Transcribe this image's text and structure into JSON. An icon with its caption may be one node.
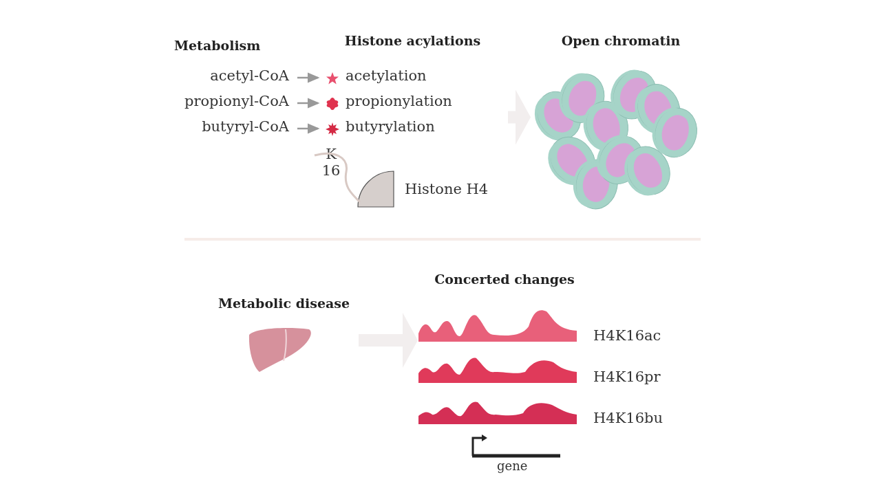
{
  "diagram": {
    "nodes": [
      {
        "text": [
          "acetyl-CoA"
        ]
      },
      {
        "text": [
          "Histone acylations"
        ]
      },
      {
        "text": [
          "acetylation"
        ],
        "in": 1
      },
      {
        "text": [
          "propionyl-CoA"
        ]
      },
      {
        "text": [
          "propionylation"
        ],
        "in": 1
      },
      {
        "text": [
          "butyryl-CoA"
        ]
      },
      {
        "text": [
          "butyrylation"
        ],
        "in": 1
      },
      {
        "text": [
          "Histone H4"
        ],
        "in": 1
      },
      {
        "text": [
          "Open chromatin"
        ]
      },
      {
        "text": [
          "Metabolic disease"
        ]
      },
      {
        "text": [
          "Concerted changes"
        ]
      }
    ],
    "edges": [
      {
        "from": 0,
        "to": 2,
        "arrow": "to"
      },
      {
        "from": 3,
        "to": 4,
        "arrow": "to"
      },
      {
        "from": 5,
        "to": 6,
        "arrow": "to"
      },
      {
        "from": 1,
        "to": 8,
        "arrow": "to",
        "style": "thick",
        "color": "#f2eeee"
      },
      {
        "from": 9,
        "to": 10,
        "arrow": "to",
        "style": "thick",
        "color": "#f2eeee"
      }
    ],
    "labels": [
      "Metabolism",
      "K 16",
      "H4K16ac",
      "H4K16pr",
      "H4K16bu",
      "gene"
    ]
  }
}
